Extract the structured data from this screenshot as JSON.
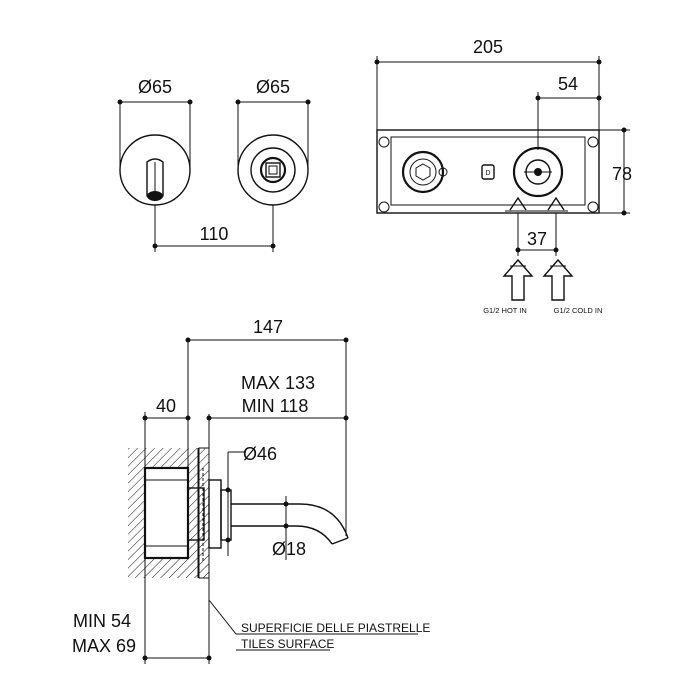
{
  "front_views": {
    "spout_diameter": "Ø65",
    "handle_diameter": "Ø65",
    "center_distance": "110"
  },
  "plate_view": {
    "width": "205",
    "offset": "54",
    "height": "78",
    "inlet_spacing": "37",
    "hot_inlet_label": "G1/2 HOT IN",
    "cold_inlet_label": "G1/2 COLD IN"
  },
  "side_view": {
    "overall_length": "147",
    "max_length": "MAX 133",
    "min_length": "MIN 118",
    "wall_depth": "40",
    "flange_diameter": "Ø46",
    "spout_diameter": "Ø18",
    "recess_min": "MIN 54",
    "recess_max": "MAX 69"
  },
  "tiles_note": {
    "line1": "SUPERFICIE DELLE PIASTRELLE",
    "line2": "TILES SURFACE"
  }
}
